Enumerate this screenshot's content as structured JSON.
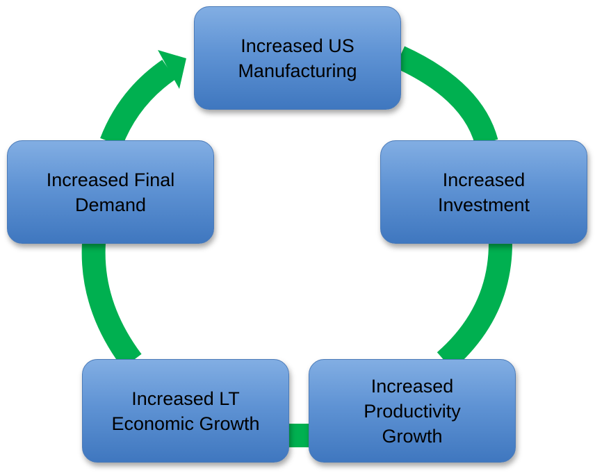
{
  "diagram": {
    "type": "cycle",
    "arrow_color": "#00b050",
    "box_color": "#5b8fd3",
    "nodes": [
      {
        "id": "top",
        "label": "Increased US\nManufacturing"
      },
      {
        "id": "right",
        "label": "Increased\nInvestment"
      },
      {
        "id": "bright",
        "label": "Increased\nProductivity\nGrowth"
      },
      {
        "id": "bleft",
        "label": "Increased LT\nEconomic Growth"
      },
      {
        "id": "left",
        "label": "Increased Final\nDemand"
      }
    ],
    "edges": [
      {
        "from": "top",
        "to": "right"
      },
      {
        "from": "right",
        "to": "bright"
      },
      {
        "from": "bright",
        "to": "bleft"
      },
      {
        "from": "bleft",
        "to": "left"
      },
      {
        "from": "left",
        "to": "top"
      }
    ]
  }
}
